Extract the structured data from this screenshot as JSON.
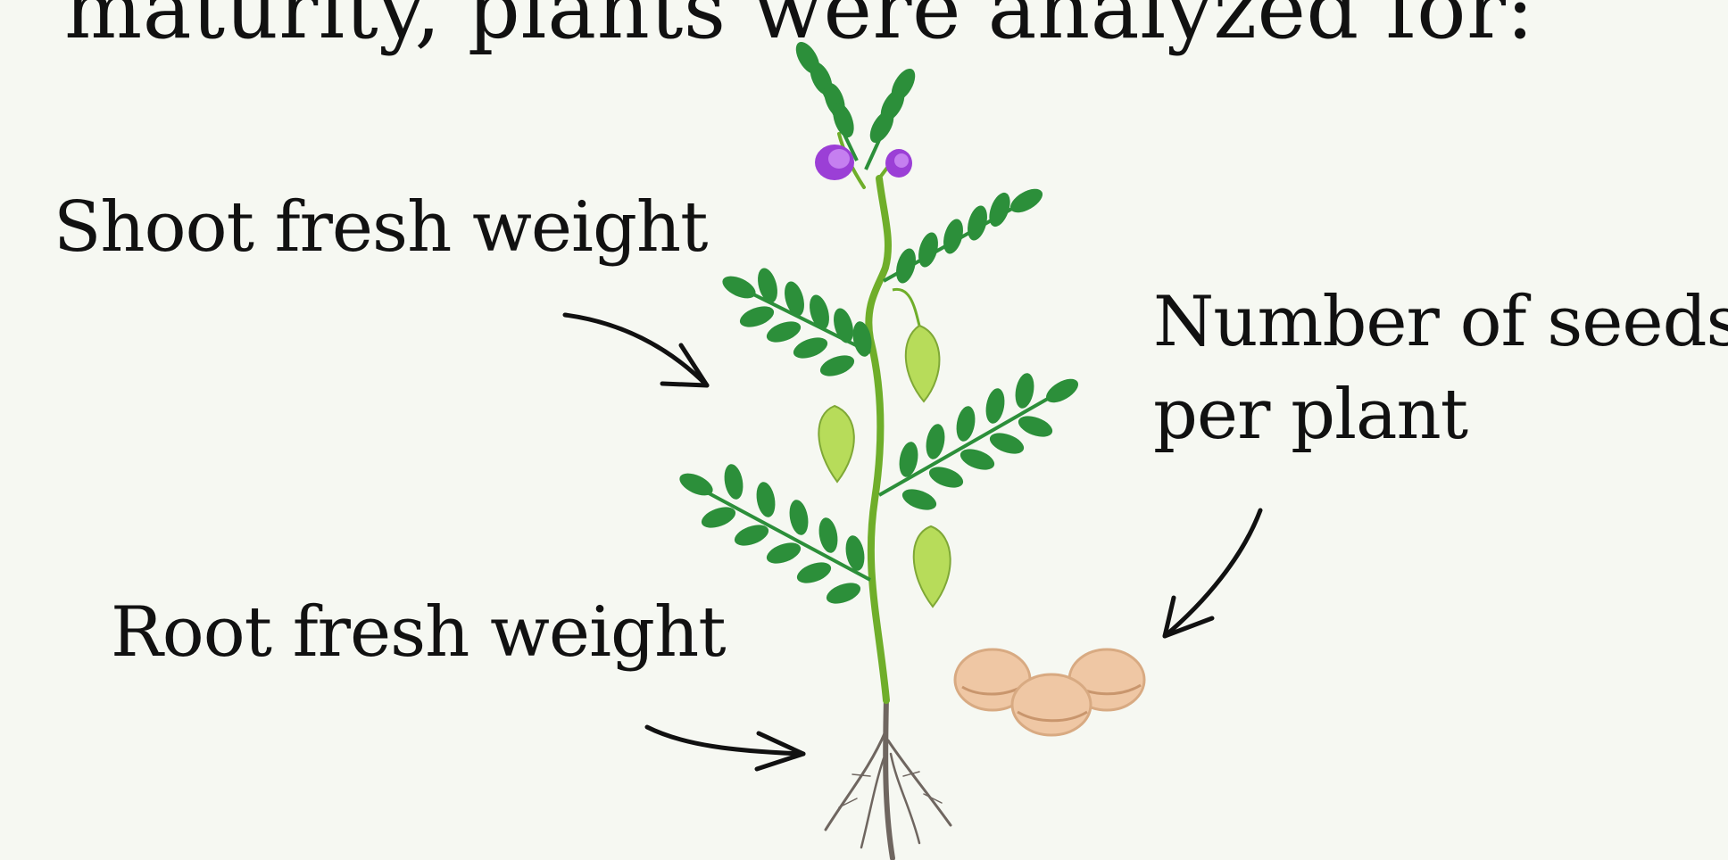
{
  "slide": {
    "heading_fragment": "maturity, plants were analyzed for:",
    "labels": {
      "shoot": "Shoot fresh weight",
      "root": "Root fresh weight",
      "seeds_line1": "Number of seeds",
      "seeds_line2": "per plant"
    }
  },
  "colors": {
    "background": "#f6f8f2",
    "text": "#111111",
    "leaf": "#2c8f3a",
    "stem": "#6fae2a",
    "pod": "#b7dc5a",
    "flower": "#9b3fd6",
    "seed": "#efc7a4",
    "root": "#6f6660"
  },
  "icons": [
    "chickpea-plant-illustration",
    "seed-icon",
    "arrow-icon"
  ]
}
